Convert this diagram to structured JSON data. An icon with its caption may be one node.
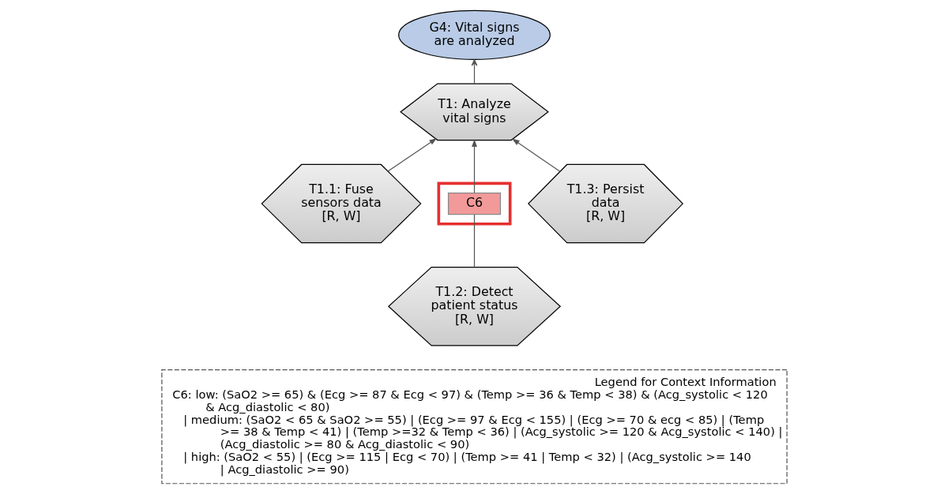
{
  "diagram": {
    "nodes": [
      {
        "text": [
          "G4: Vital signs are analyzed"
        ]
      },
      {
        "text": [
          "T1: Analyze vital signs"
        ]
      },
      {
        "text": [
          "T1.1: Fuse sensors data",
          "[R, W]"
        ]
      },
      {
        "text": [],
        "shape": "box"
      },
      {
        "text": [
          "C6"
        ],
        "in": 3
      },
      {
        "text": [
          "T1.3: Persist data",
          "[R, W]"
        ]
      },
      {
        "text": [
          "T1.2: Detect patient status",
          "[R, W]"
        ]
      },
      {
        "text": [
          "Legend for Context Information",
          "C6: low: (SaO2 >= 65) & (Ecg >= 87 & Ecg < 97) & (Temp >= 36 & Temp < 38) & (Acg_systolic < 120 & Acg_diastolic < 80)",
          "| medium: (SaO2 < 65 & SaO2 >= 55) | (Ecg >= 97 & Ecg < 155) | (Ecg >= 70 & ecg < 85) | (Temp >= 38 & Temp < 41) | (Temp >=32 & Temp < 36) | (Acg_systolic >= 120 & Acg_systolic < 140) | (Acg_diastolic >= 80 & Acg_diastolic < 90)",
          "| high: (SaO2 < 55) | (Ecg >= 115 | Ecg < 70) | (Temp >= 41 | Temp < 32) | (Acg_systolic >= 140 | Acg_diastolic >= 90)"
        ]
      }
    ],
    "edges": [
      {
        "from": 1,
        "to": 0,
        "arrow": "to"
      },
      {
        "from": 2,
        "to": 1,
        "arrow": "to"
      },
      {
        "from": 4,
        "to": 1,
        "arrow": "to"
      },
      {
        "from": 6,
        "to": 4,
        "arrow": "none"
      },
      {
        "from": 5,
        "to": 1,
        "arrow": "to"
      }
    ]
  }
}
